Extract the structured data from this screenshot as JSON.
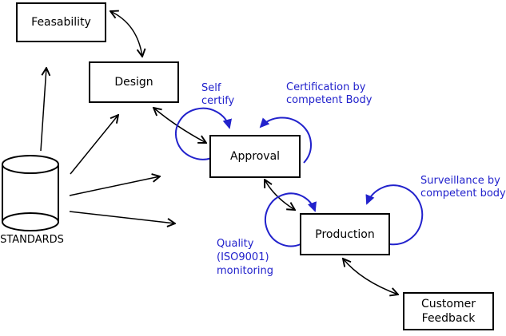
{
  "diagram": {
    "boxes": {
      "feasability": {
        "label": "Feasability"
      },
      "design": {
        "label": "Design"
      },
      "approval": {
        "label": "Approval"
      },
      "production": {
        "label": "Production"
      },
      "customer_feedback": {
        "line1": "Customer",
        "line2": "Feedback"
      }
    },
    "datastore": {
      "label": "STANDARDS"
    },
    "annotations": {
      "self_certify": {
        "line1": "Self",
        "line2": "certify"
      },
      "certification": {
        "line1": "Certification by",
        "line2": "competent Body"
      },
      "surveillance": {
        "line1": "Surveillance by",
        "line2": "competent body"
      },
      "quality": {
        "line1": "Quality",
        "line2": "(ISO9001)",
        "line3": "monitoring"
      }
    },
    "edges": [
      {
        "from": "STANDARDS",
        "to": "Feasability",
        "style": "single-arrow"
      },
      {
        "from": "STANDARDS",
        "to": "Design",
        "style": "single-arrow"
      },
      {
        "from": "STANDARDS",
        "to": "Approval",
        "style": "single-arrow"
      },
      {
        "from": "STANDARDS",
        "to": "Production",
        "style": "single-arrow"
      },
      {
        "from": "Feasability",
        "to": "Design",
        "style": "double-arrow"
      },
      {
        "from": "Design",
        "to": "Approval",
        "style": "double-arrow"
      },
      {
        "from": "Approval",
        "to": "Production",
        "style": "double-arrow"
      },
      {
        "from": "Production",
        "to": "Customer Feedback",
        "style": "double-arrow"
      }
    ],
    "self_loops": [
      {
        "on": "Approval",
        "label": "Self certify"
      },
      {
        "on": "Approval",
        "label": "Certification by competent Body"
      },
      {
        "on": "Production",
        "label": "Quality (ISO9001) monitoring"
      },
      {
        "on": "Production",
        "label": "Surveillance by competent body"
      }
    ],
    "colors": {
      "annotation_blue": "#2222cc",
      "line_black": "#000000",
      "background": "#ffffff"
    }
  }
}
